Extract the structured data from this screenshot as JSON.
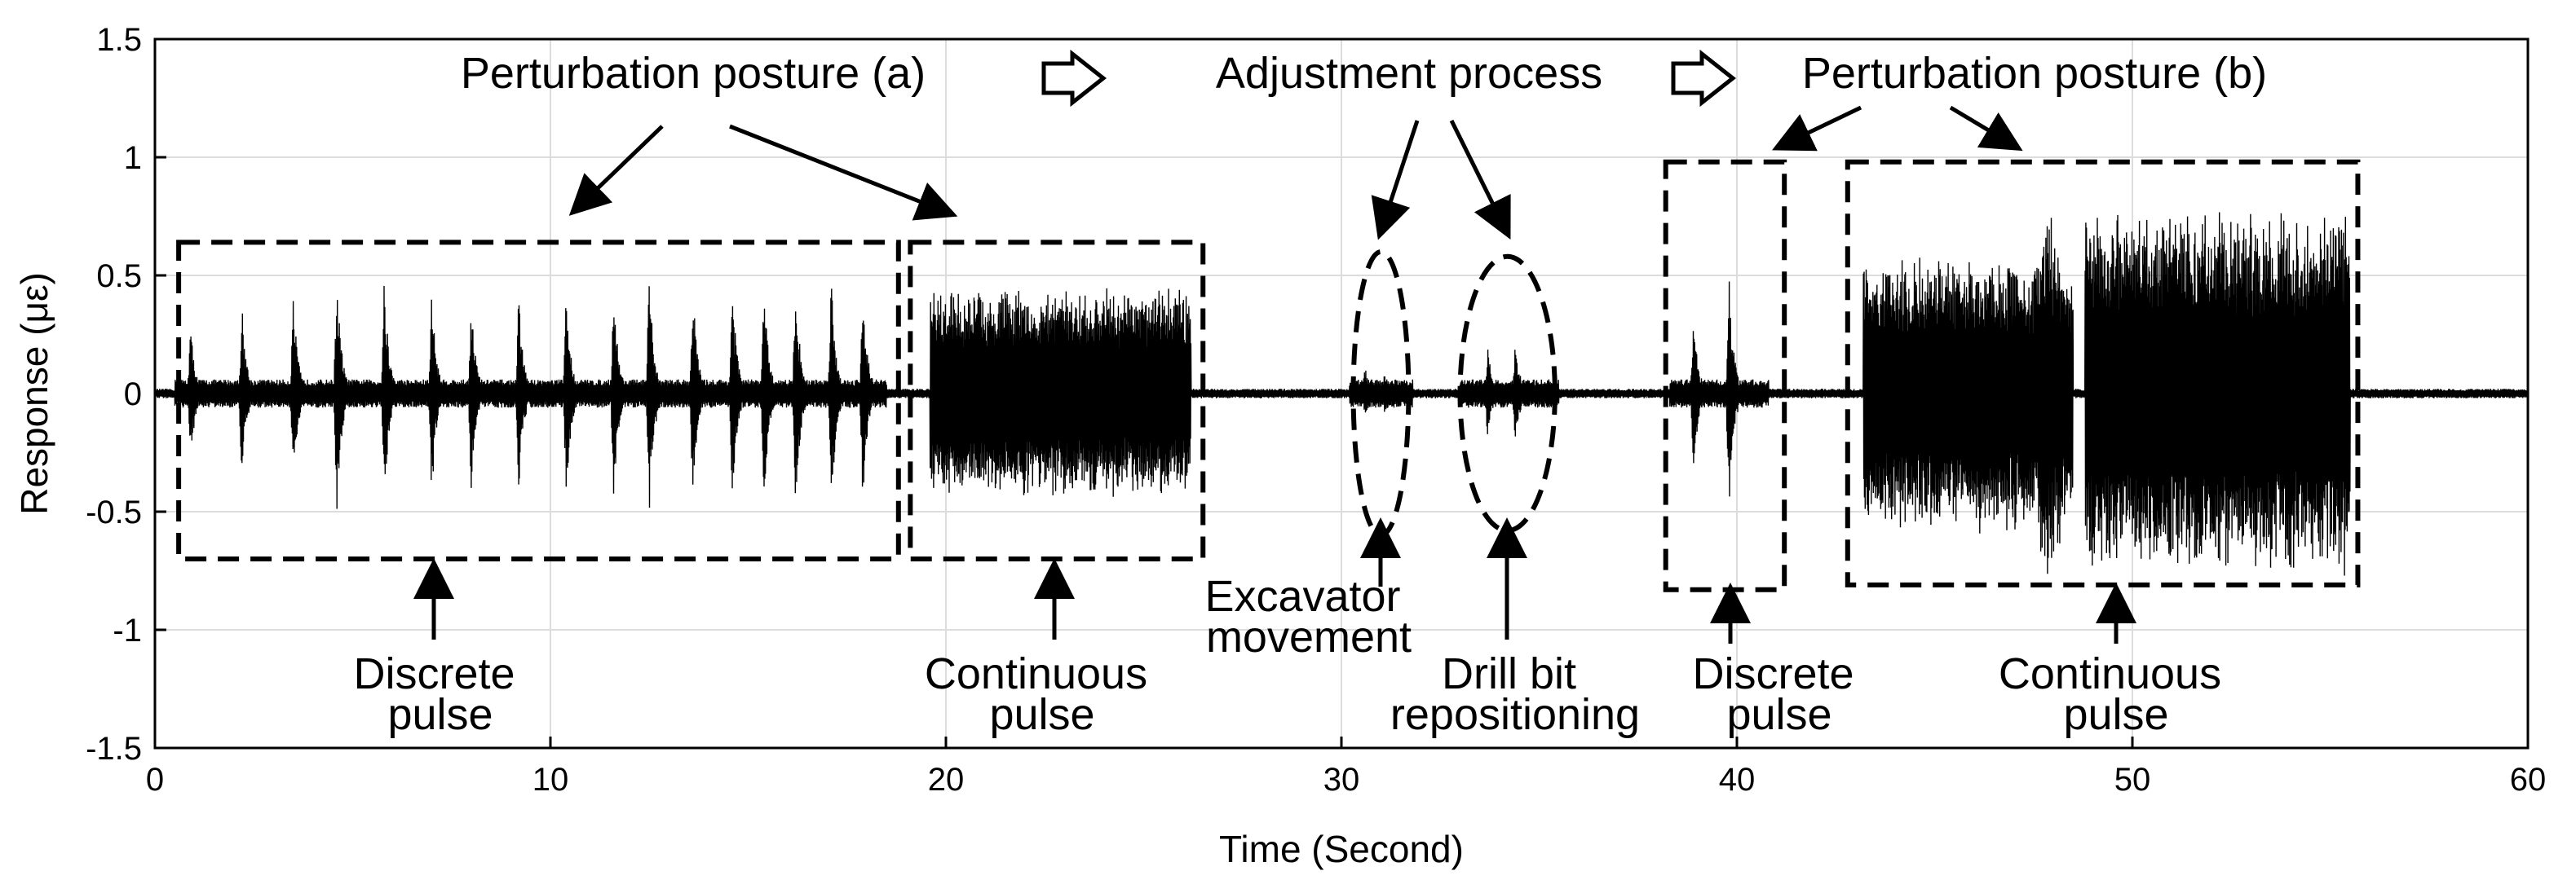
{
  "chart_data": {
    "type": "line",
    "xlabel": "Time (Second)",
    "ylabel": "Response (με)",
    "xlim": [
      0,
      60
    ],
    "ylim": [
      -1.5,
      1.5
    ],
    "x_ticks": [
      0,
      10,
      20,
      30,
      40,
      50,
      60
    ],
    "x_tick_labels": [
      "0",
      "10",
      "20",
      "30",
      "40",
      "50",
      "60"
    ],
    "y_ticks": [
      1.5,
      1,
      0.5,
      0,
      -0.5,
      -1,
      -1.5
    ],
    "y_tick_labels": [
      "1.5",
      "1",
      "0.5",
      "0",
      "-0.5",
      "-1",
      "-1.5"
    ],
    "grid": true,
    "baseline_noise": 0.02,
    "segments": [
      {
        "start": 0.5,
        "end": 18.5,
        "kind": "discrete",
        "pulse_times": [
          0.9,
          2.2,
          3.5,
          4.6,
          5.8,
          7.0,
          8.0,
          9.2,
          10.4,
          11.6,
          12.5,
          13.6,
          14.6,
          15.4,
          16.2,
          17.1,
          17.9
        ],
        "pulse_peaks": [
          0.3,
          0.38,
          0.42,
          0.52,
          0.5,
          0.45,
          0.42,
          0.42,
          0.45,
          0.47,
          0.52,
          0.48,
          0.48,
          0.47,
          0.5,
          0.52,
          0.48
        ]
      },
      {
        "start": 19.6,
        "end": 26.2,
        "kind": "continuous",
        "amplitude": 0.45
      },
      {
        "start": 30.2,
        "end": 31.8,
        "kind": "discrete",
        "pulse_times": [
          30.6,
          31.1
        ],
        "pulse_peaks": [
          0.12,
          0.1
        ]
      },
      {
        "start": 33.0,
        "end": 35.5,
        "kind": "discrete",
        "pulse_times": [
          33.7,
          34.4
        ],
        "pulse_peaks": [
          0.2,
          0.22
        ]
      },
      {
        "start": 38.3,
        "end": 40.8,
        "kind": "discrete",
        "pulse_times": [
          38.9,
          39.8
        ],
        "pulse_peaks": [
          0.35,
          0.5
        ]
      },
      {
        "start": 43.2,
        "end": 48.5,
        "kind": "continuous",
        "amplitude": 0.6,
        "ramp_peak": 0.82
      },
      {
        "start": 48.8,
        "end": 55.5,
        "kind": "continuous",
        "amplitude": 0.78
      }
    ],
    "boxes": [
      {
        "x0": 0.6,
        "x1": 18.8,
        "y0": -0.7,
        "y1": 0.64
      },
      {
        "x0": 19.1,
        "x1": 26.5,
        "y0": -0.7,
        "y1": 0.64
      },
      {
        "x0": 38.2,
        "x1": 41.2,
        "y0": -0.83,
        "y1": 0.98
      },
      {
        "x0": 42.8,
        "x1": 55.7,
        "y0": -0.81,
        "y1": 0.98
      }
    ],
    "ellipses": [
      {
        "cx": 31.0,
        "cy": 0.0,
        "rx": 0.7,
        "ry": 0.6
      },
      {
        "cx": 34.2,
        "cy": 0.0,
        "rx": 1.2,
        "ry": 0.58
      }
    ]
  },
  "annotations": {
    "perturbation_a": "Perturbation posture (a)",
    "adjustment": "Adjustment process",
    "perturbation_b": "Perturbation posture (b)",
    "discrete_1": [
      "Discrete",
      "pulse"
    ],
    "continuous_1": [
      "Continuous",
      "pulse"
    ],
    "excavator": [
      "Excavator",
      "movement"
    ],
    "drill": [
      "Drill bit",
      "repositioning"
    ],
    "discrete_2": [
      "Discrete",
      "pulse"
    ],
    "continuous_2": [
      "Continuous",
      "pulse"
    ]
  }
}
